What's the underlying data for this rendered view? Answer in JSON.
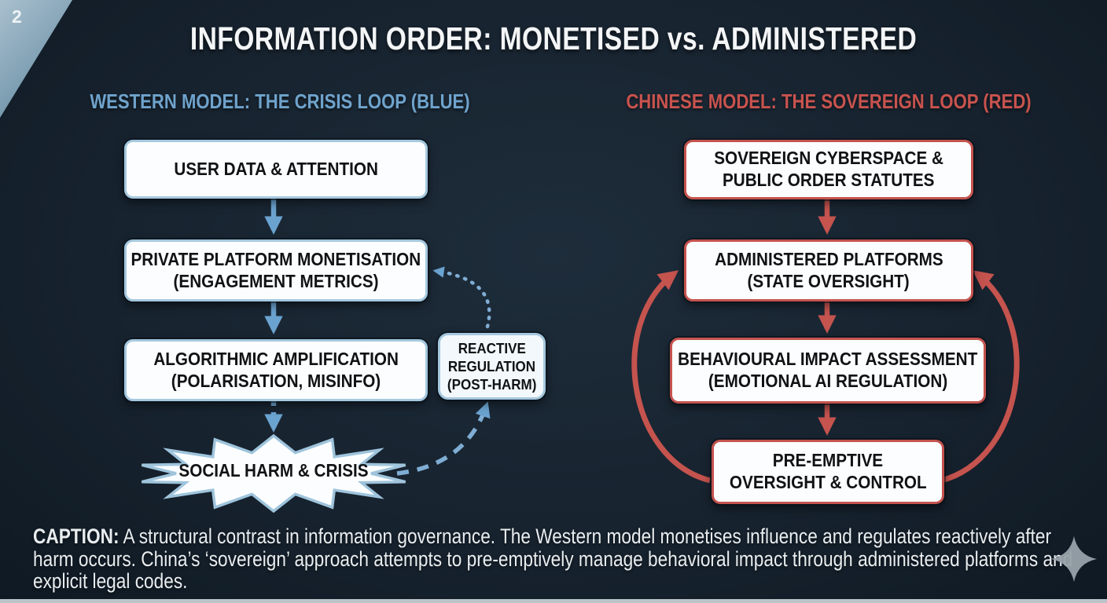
{
  "slide": {
    "page_number": "2",
    "title": "INFORMATION ORDER: MONETISED vs. ADMINISTERED",
    "background_color": "#17232f"
  },
  "western": {
    "header": "WESTERN MODEL: THE CRISIS LOOP (BLUE)",
    "accent_color": "#6ba3d0",
    "boxes": [
      {
        "line1": "USER DATA & ATTENTION"
      },
      {
        "line1": "PRIVATE PLATFORM MONETISATION",
        "line2": "(ENGAGEMENT METRICS)"
      },
      {
        "line1": "ALGORITHMIC AMPLIFICATION",
        "line2": "(POLARISATION, MISINFO)"
      }
    ],
    "burst_label": "SOCIAL HARM & CRISIS",
    "side_box": {
      "line1": "REACTIVE",
      "line2": "REGULATION",
      "line3": "(POST-HARM)"
    }
  },
  "chinese": {
    "header": "CHINESE MODEL: THE SOVEREIGN LOOP (RED)",
    "accent_color": "#c5534e",
    "boxes": [
      {
        "line1": "SOVEREIGN CYBERSPACE &",
        "line2": "PUBLIC ORDER STATUTES"
      },
      {
        "line1": "ADMINISTERED PLATFORMS",
        "line2": "(STATE OVERSIGHT)"
      },
      {
        "line1": "BEHAVIOURAL IMPACT ASSESSMENT",
        "line2": "(EMOTIONAL AI REGULATION)"
      },
      {
        "line1": "PRE-EMPTIVE",
        "line2": "OVERSIGHT & CONTROL"
      }
    ]
  },
  "caption": {
    "label": "CAPTION:",
    "text": "A structural contrast in information governance. The Western model monetises influence and regulates reactively after harm occurs. China’s ‘sovereign’ approach attempts to pre-emptively manage behavioral impact through administered platforms and explicit legal codes."
  }
}
